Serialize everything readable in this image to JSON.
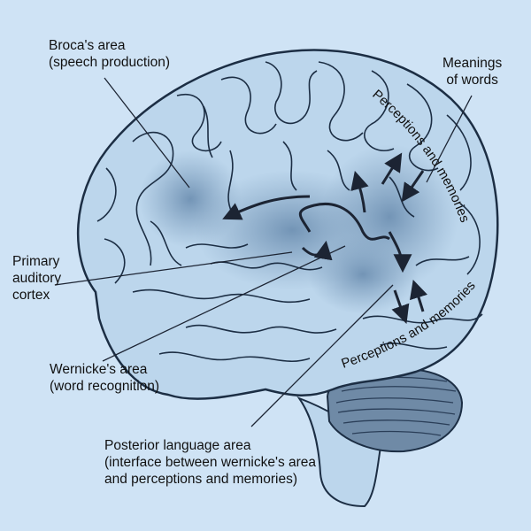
{
  "colors": {
    "background": "#cfe3f5",
    "brain_fill": "#bcd6ec",
    "brain_outline": "#1c2e44",
    "language_region": "#7f9fbe",
    "cerebellum": "#6f8aa6"
  },
  "labels": {
    "broca": [
      "Broca's area",
      "(speech production)"
    ],
    "meanings": [
      "Meanings",
      "of words"
    ],
    "auditory": [
      "Primary",
      "auditory",
      "cortex"
    ],
    "wernicke": [
      "Wernicke's area",
      "(word recognition)"
    ],
    "posterior": [
      "Posterior language area",
      "(interface between wernicke's area",
      "and perceptions and memories)"
    ],
    "arc_upper": "Perceptions and memories",
    "arc_lower": "Perceptions and memories"
  }
}
